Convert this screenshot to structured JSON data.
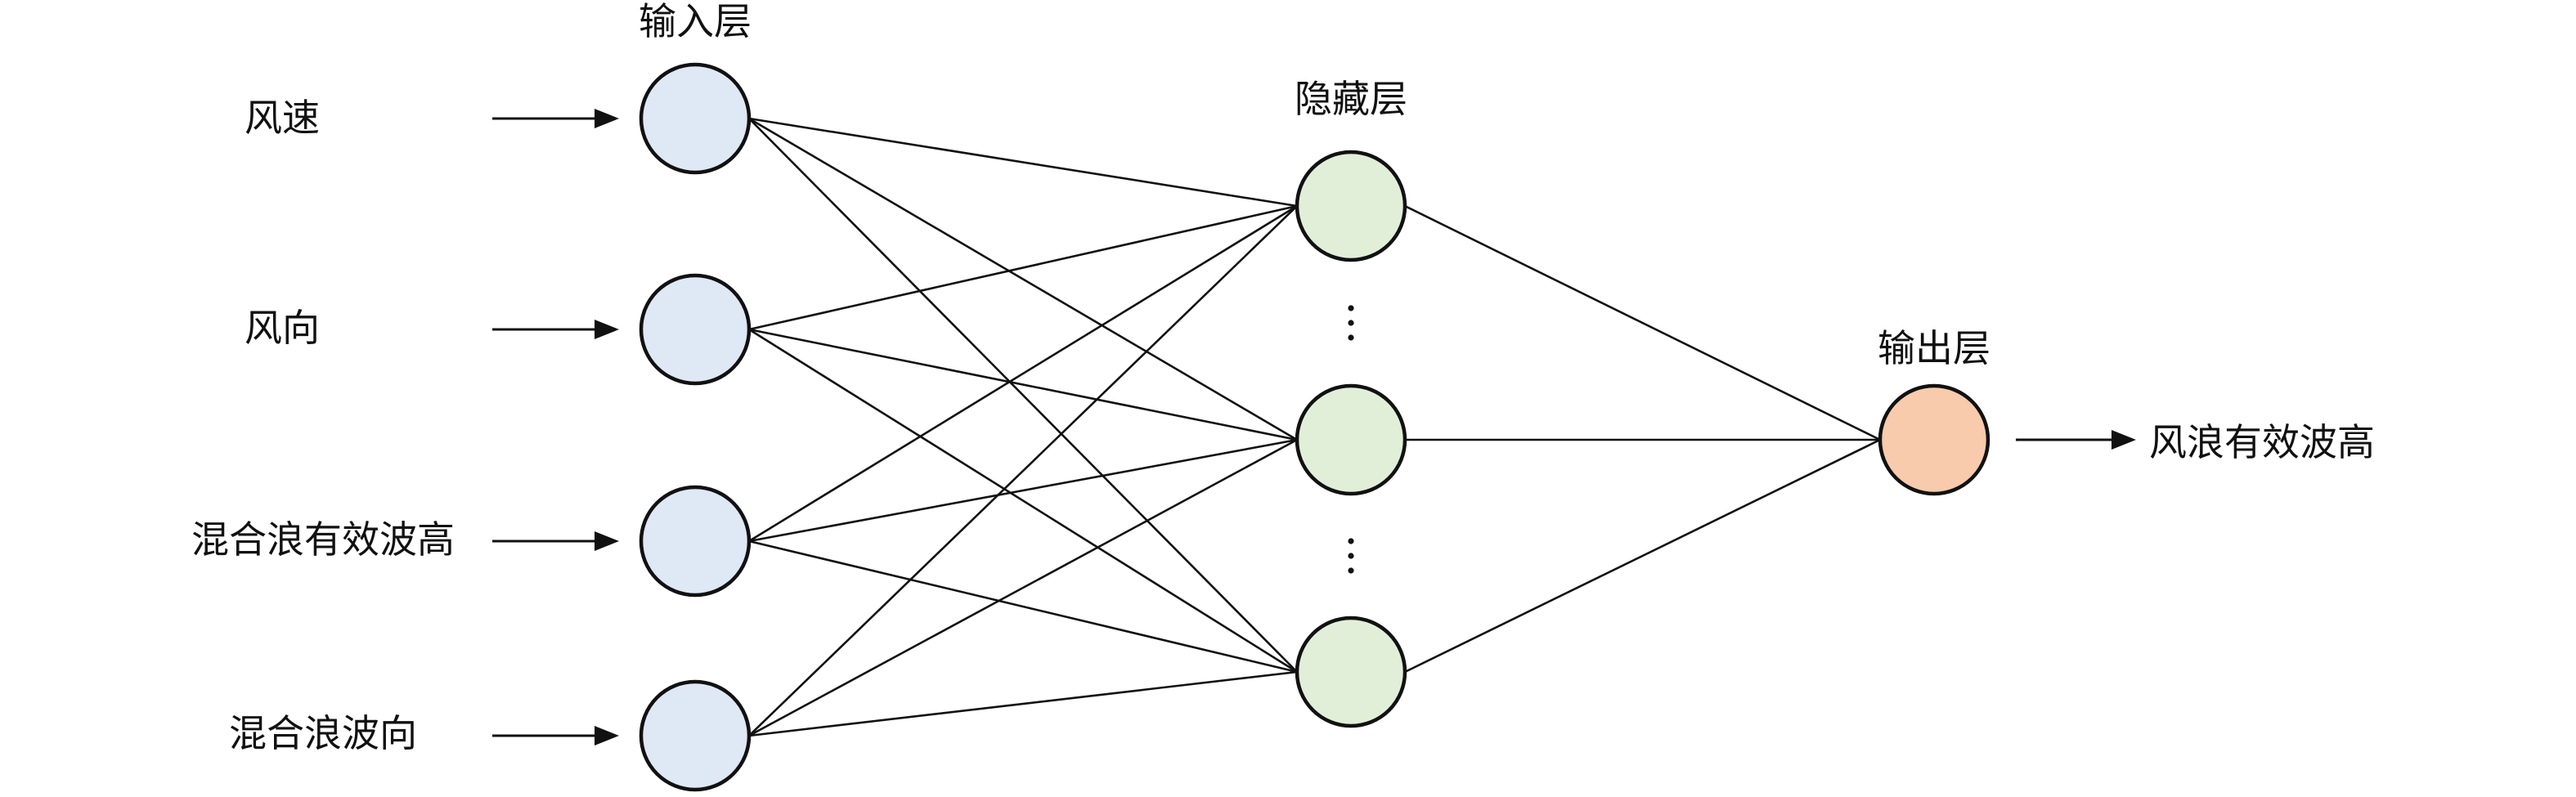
{
  "layers": {
    "input": {
      "title": "输入层",
      "nodes": [
        {
          "label": "风速"
        },
        {
          "label": "风向"
        },
        {
          "label": "混合浪有效波高"
        },
        {
          "label": "混合浪波向"
        }
      ]
    },
    "hidden": {
      "title": "隐藏层",
      "node_count": 3,
      "ellipsis_gaps": 2
    },
    "output": {
      "title": "输出层",
      "nodes": [
        {
          "label": "风浪有效波高"
        }
      ]
    }
  },
  "colors": {
    "input_fill": "#dfe8f5",
    "hidden_fill": "#e1efd9",
    "output_fill": "#f7cbac",
    "stroke": "#111111"
  }
}
